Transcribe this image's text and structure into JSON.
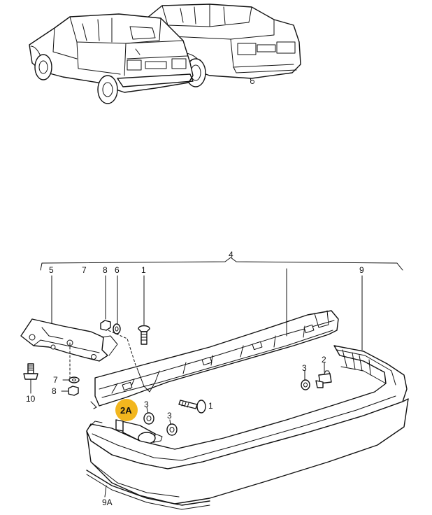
{
  "diagram": {
    "labels": {
      "l4": "4",
      "l5": "5",
      "l7_top": "7",
      "l8_top": "8",
      "l6": "6",
      "l1_top": "1",
      "l9": "9",
      "l7_left": "7",
      "l8_left": "8",
      "l10": "10",
      "l3_right": "3",
      "l2": "2",
      "l1_mid": "1",
      "l3_mid_a": "3",
      "l3_mid_b": "3",
      "l9A": "9A"
    },
    "callout": {
      "text": "2A",
      "color": "#f2b61e"
    }
  }
}
